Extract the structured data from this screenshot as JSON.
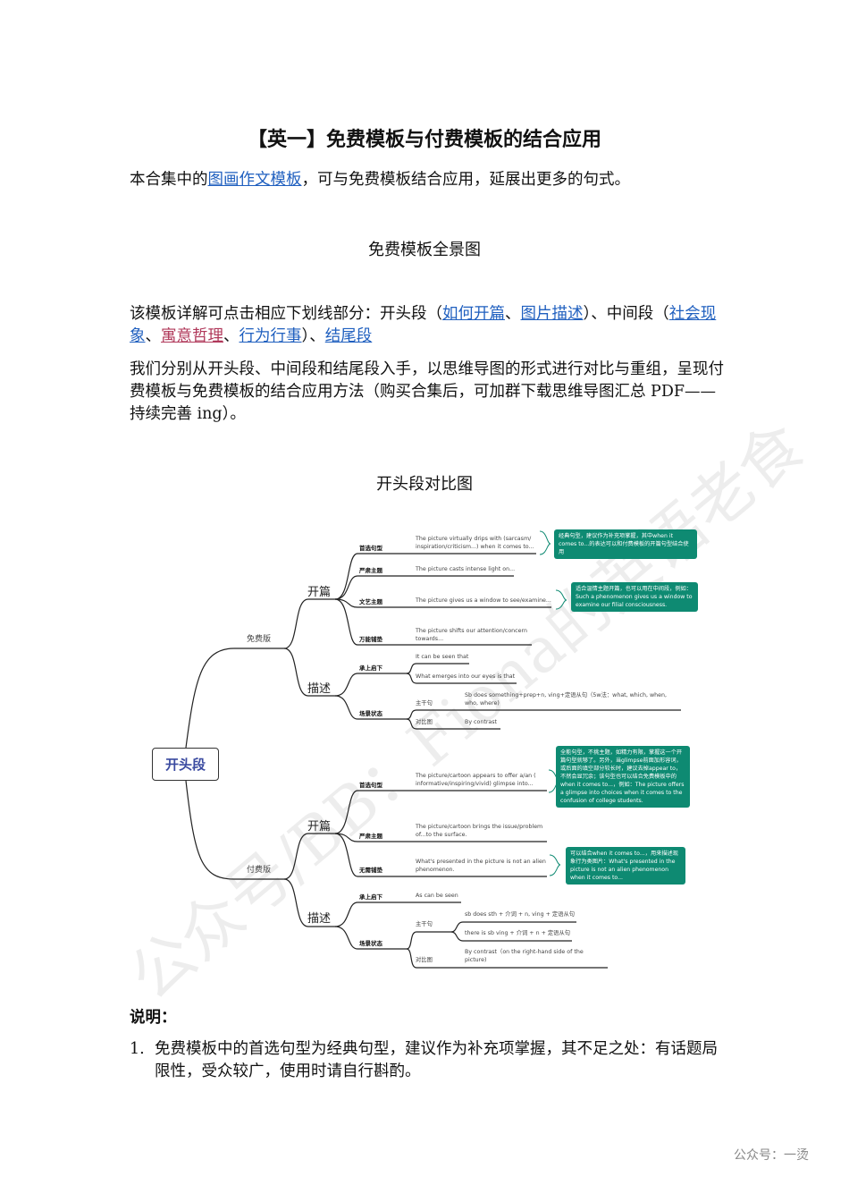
{
  "title": "【英一】免费模板与付费模板的结合应用",
  "intro": {
    "before": "本合集中的",
    "link": "图画作文模板",
    "after": "，可与免费模板结合应用，延展出更多的句式。"
  },
  "section1_heading": "免费模板全景图",
  "para2": {
    "before": "该模板详解可点击相应下划线部分：开头段（",
    "links": [
      "如何开篇",
      "图片描述",
      "社会现象",
      "寓意哲理",
      "行为行事",
      "结尾段"
    ],
    "sep1": "、",
    "mid1": "）、中间段（",
    "mid2": "）、"
  },
  "para3": "我们分别从开头段、中间段和结尾段入手，以思维导图的形式进行对比与重组，呈现付费模板与免费模板的结合应用方法（购买合集后，可加群下载思维导图汇总 PDF——持续完善 ing）。",
  "section2_heading": "开头段对比图",
  "mindmap": {
    "root": "开头段",
    "free": {
      "label": "免费版",
      "opening": "开篇",
      "describe": "描述",
      "leaves": [
        "首选句型",
        "严肃主题",
        "文艺主题",
        "万能铺垫",
        "承上启下",
        "场景状态"
      ],
      "sentences": [
        "The picture virtually drips with (sarcasm/ inspiration/criticism...) when it comes to...",
        "The picture casts intense light on...",
        "The picture gives us a window to see/examine...",
        "The picture shifts our attention/concern towards...",
        "It can be seen that",
        "What emerges into our eyes is that"
      ],
      "scene": {
        "main_label": "主干句",
        "main": "Sb does something+prep+n, ving+定语从句（5w法：what, which, when, who, where)",
        "contrast_label": "对比图",
        "contrast": "By contrast"
      },
      "notes": [
        "经典句型，建议作为补充项掌握，其中when it comes to...的表达可以和付费模板的开篇句型结合使用",
        "适合温情主题开篇，也可以用在中间段，例如：Such a phenomenon gives us a window to examine our filial consciousness."
      ]
    },
    "paid": {
      "label": "付费版",
      "opening": "开篇",
      "describe": "描述",
      "leaves": [
        "首选句型",
        "严肃主题",
        "无需铺垫",
        "承上启下",
        "场景状态"
      ],
      "sentences": [
        "The picture/cartoon appears to offer a/an ( informative/inspiring/vivid) glimpse into...",
        "The picture/cartoon brings the issue/problem of...to the surface.",
        "What's presented in the picture is not an alien phenomenon.",
        "As can be seen"
      ],
      "scene": {
        "main_label": "主干句",
        "main1": "sb does sth + 介词 + n, ving + 定语从句",
        "main2": "there is sb ving + 介词 + n + 定语从句",
        "contrast_label": "对比图",
        "contrast": "By contrast（on the right-hand side of the picture)"
      },
      "notes": [
        "全能句型，不挑主题，如精力有限，掌握这一个开篇句型就够了。另外，当glimpse前面加形容词，或后面的填空部分较长时，建议去掉appear to，不然会显冗余；该句型也可以结合免费模板中的when it comes to...，例如：The picture offers a glimpse into choices when it comes to the confusion of college students.",
        "可以结合when it comes to...，用来描述现象行为类图片：What's presented in the picture is not an alien phenomenon when it comes to..."
      ]
    },
    "colors": {
      "note_bg": "#0e8a72",
      "root_text": "#3a4aa0"
    }
  },
  "notes_heading": "说明：",
  "notes_list": [
    {
      "num": "1.",
      "text": "免费模板中的首选句型为经典句型，建议作为补充项掌握，其不足之处：有话题局限性，受众较广，使用时请自行斟酌。"
    }
  ],
  "watermark": "公众号/BB：Fiona的英语老食",
  "footer": "公众号：一烫"
}
